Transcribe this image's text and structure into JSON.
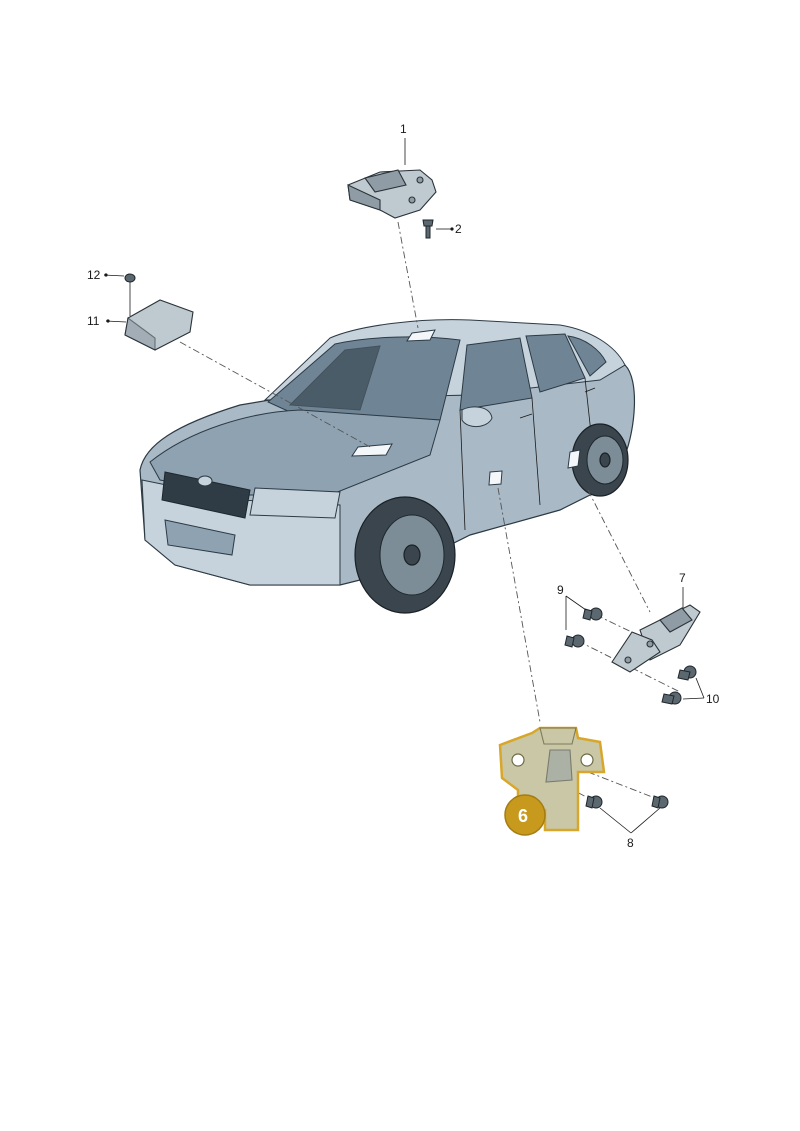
{
  "callouts": [
    {
      "id": "1",
      "label": "1"
    },
    {
      "id": "2",
      "label": "2"
    },
    {
      "id": "6",
      "label": "6"
    },
    {
      "id": "7",
      "label": "7"
    },
    {
      "id": "8",
      "label": "8"
    },
    {
      "id": "9",
      "label": "9"
    },
    {
      "id": "10",
      "label": "10"
    },
    {
      "id": "11",
      "label": "11"
    },
    {
      "id": "12",
      "label": "12"
    }
  ],
  "highlight": {
    "label": "6",
    "badge_color": "#c79a1e",
    "outline_color": "#d8a72a"
  },
  "colors": {
    "car_body": "#a9b9c6",
    "outline": "#2c3a44",
    "part": "#bfc9d0",
    "highlight_part": "#c9c7a6"
  }
}
